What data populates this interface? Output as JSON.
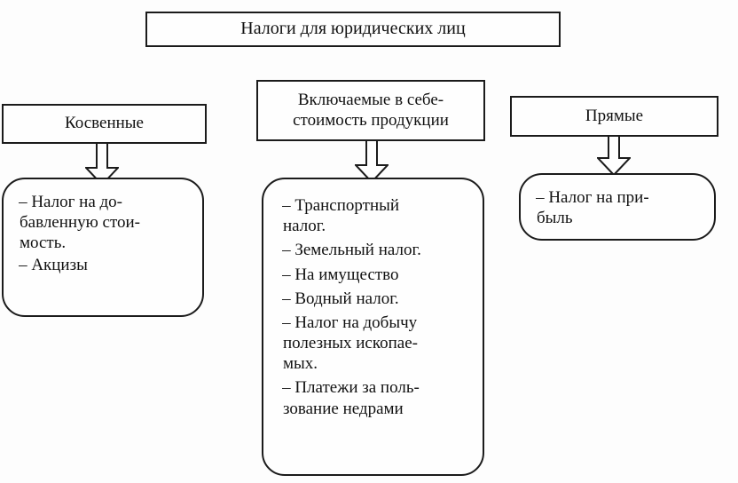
{
  "diagram": {
    "title": "Налоги для юридических лиц",
    "categories": [
      {
        "id": "indirect",
        "label": "Косвенные"
      },
      {
        "id": "cost",
        "label": "Включаемые в себе-\nстоимость продукции"
      },
      {
        "id": "direct",
        "label": "Прямые"
      }
    ],
    "groups": [
      {
        "id": "indirect",
        "items": [
          "– Налог на до-\nбавленную стои-\nмость.",
          "–  Акцизы"
        ]
      },
      {
        "id": "cost",
        "items": [
          "– Транспортный\nналог.",
          "– Земельный налог.",
          "– На имущество",
          "– Водный налог.",
          "–  Налог на добычу\nполезных ископае-\nмых.",
          "– Платежи за поль-\nзование недрами"
        ]
      },
      {
        "id": "direct",
        "items": [
          "– Налог на при-\nбыль"
        ]
      }
    ],
    "connectors": [
      {
        "id": "arrow-indirect",
        "icon": "down-block-arrow-icon"
      },
      {
        "id": "arrow-cost",
        "icon": "down-block-arrow-icon"
      },
      {
        "id": "arrow-direct",
        "icon": "down-block-arrow-icon"
      }
    ],
    "colors": {
      "stroke": "#1b1b1b",
      "fill": "#fefefe",
      "background": "#fdfdfd",
      "text": "#111111"
    }
  }
}
